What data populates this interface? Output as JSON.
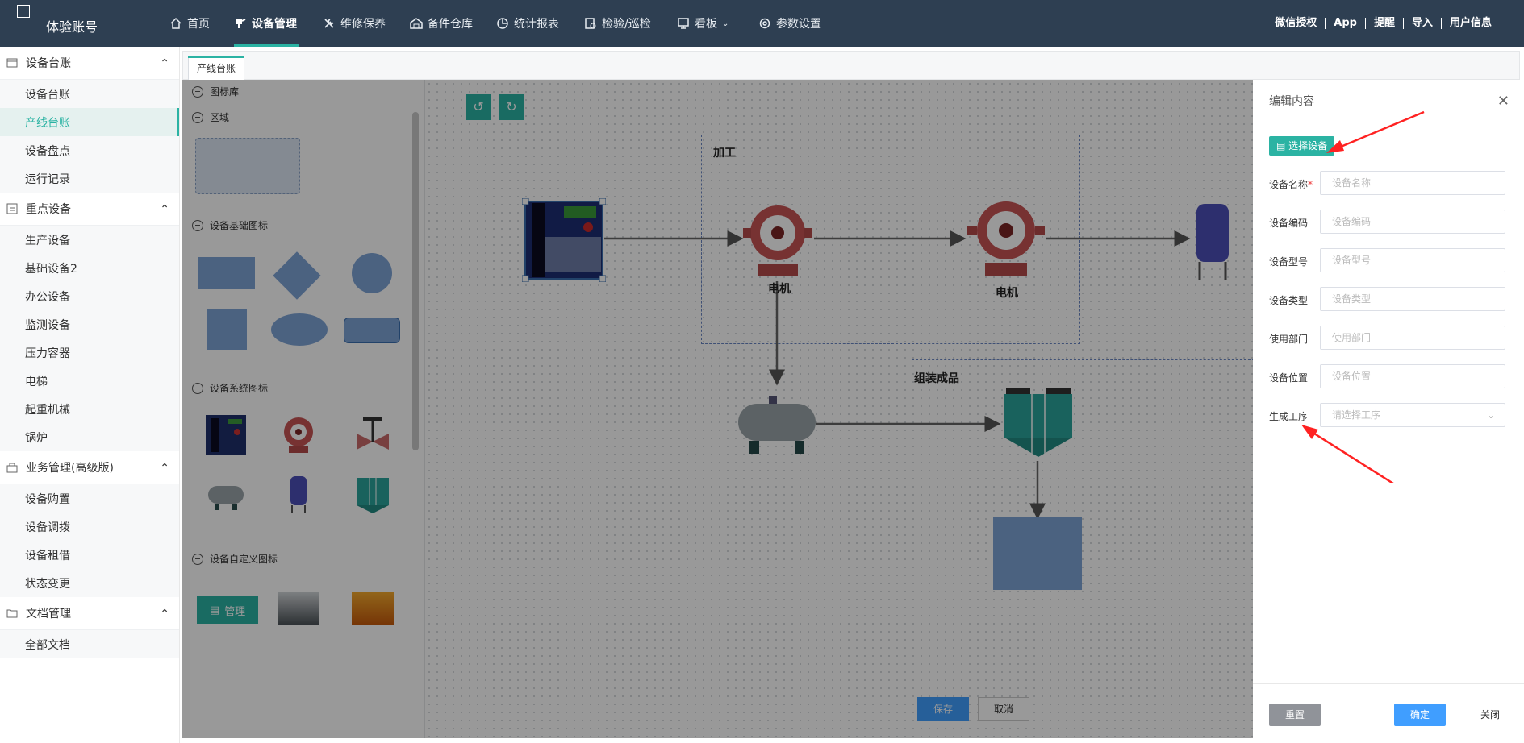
{
  "brand": {
    "name": "体验账号"
  },
  "nav": [
    {
      "label": "首页",
      "icon": "home-icon"
    },
    {
      "label": "设备管理",
      "icon": "device-icon"
    },
    {
      "label": "维修保养",
      "icon": "wrench-icon"
    },
    {
      "label": "备件仓库",
      "icon": "warehouse-icon"
    },
    {
      "label": "统计报表",
      "icon": "pie-chart-icon"
    },
    {
      "label": "检验/巡检",
      "icon": "inspect-icon"
    },
    {
      "label": "看板",
      "icon": "dashboard-icon"
    },
    {
      "label": "参数设置",
      "icon": "gear-icon"
    }
  ],
  "right_links": [
    "微信授权",
    "App",
    "提醒",
    "导入",
    "用户信息"
  ],
  "sidebar": {
    "sections": [
      {
        "label": "设备台账",
        "items": [
          "设备台账",
          "产线台账",
          "设备盘点",
          "运行记录"
        ]
      },
      {
        "label": "重点设备",
        "items": [
          "生产设备",
          "基础设备2",
          "办公设备",
          "监测设备",
          "压力容器",
          "电梯",
          "起重机械",
          "锅炉"
        ]
      },
      {
        "label": "业务管理(高级版)",
        "items": [
          "设备购置",
          "设备调拨",
          "设备租借",
          "状态变更"
        ]
      },
      {
        "label": "文档管理",
        "items": [
          "全部文档"
        ]
      }
    ],
    "active_item": "产线台账"
  },
  "tab": {
    "label": "产线台账"
  },
  "library": {
    "titles": [
      "图标库",
      "区域",
      "设备基础图标",
      "设备系统图标",
      "设备自定义图标"
    ],
    "manage_label": "管理"
  },
  "canvas": {
    "region1": "加工",
    "region2": "组装成品",
    "motor1": "电机",
    "motor2": "电机",
    "save": "保存",
    "cancel": "取消"
  },
  "drawer": {
    "title": "编辑内容",
    "choose_button": "选择设备",
    "fields": [
      {
        "label": "设备名称",
        "placeholder": "设备名称",
        "required": true
      },
      {
        "label": "设备编码",
        "placeholder": "设备编码"
      },
      {
        "label": "设备型号",
        "placeholder": "设备型号"
      },
      {
        "label": "设备类型",
        "placeholder": "设备类型"
      },
      {
        "label": "使用部门",
        "placeholder": "使用部门"
      },
      {
        "label": "设备位置",
        "placeholder": "设备位置"
      },
      {
        "label": "生成工序",
        "placeholder": "请选择工序",
        "select": true
      }
    ],
    "reset": "重置",
    "ok": "确定",
    "close": "关闭"
  },
  "colors": {
    "accent": "#2bb3a3",
    "topbar": "#2e3f52",
    "primary": "#409eff",
    "annotation": "#ff2222"
  }
}
